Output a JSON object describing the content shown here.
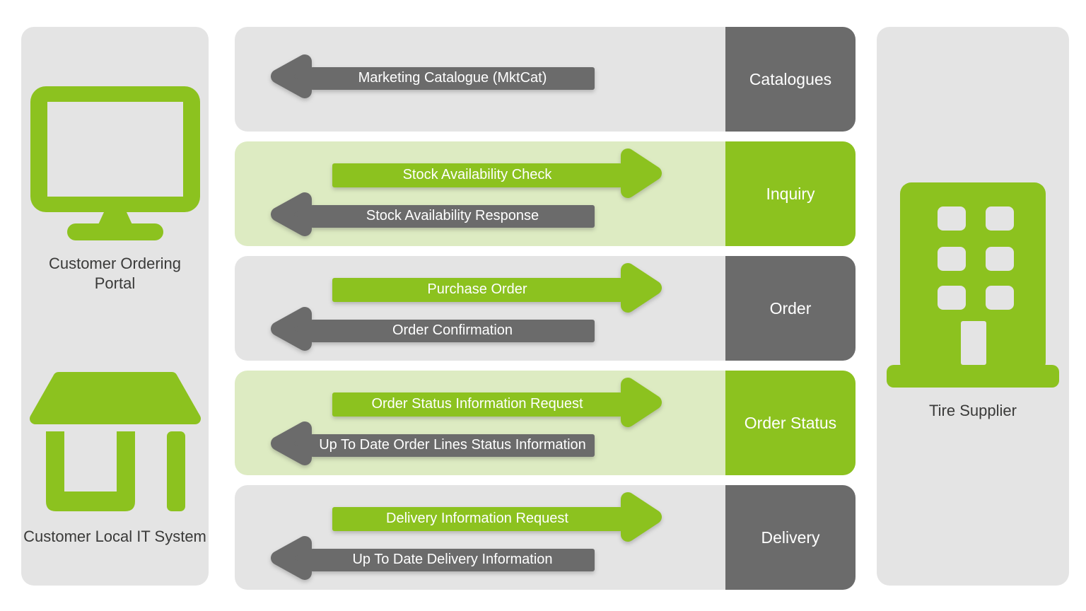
{
  "palette": {
    "green": "#8cc21f",
    "light_green_band": "#ddebc2",
    "light_gray_panel": "#e4e4e4",
    "dark_gray": "#6b6b6b",
    "side_text": "#3a3a39",
    "arrow_text": "#ffffff"
  },
  "left_panel": {
    "portal": {
      "icon": "monitor-icon",
      "label": "Customer Ordering Portal"
    },
    "local_it": {
      "icon": "store-icon",
      "label": "Customer Local IT System"
    }
  },
  "right_panel": {
    "supplier": {
      "icon": "building-icon",
      "label": "Tire Supplier"
    }
  },
  "rows": [
    {
      "label": "Catalogues",
      "tone": "gray",
      "messages": [
        {
          "direction": "left",
          "color": "gray",
          "text": "Marketing Catalogue (MktCat)"
        }
      ]
    },
    {
      "label": "Inquiry",
      "tone": "green",
      "messages": [
        {
          "direction": "right",
          "color": "green",
          "text": "Stock Availability Check"
        },
        {
          "direction": "left",
          "color": "gray",
          "text": "Stock Availability Response"
        }
      ]
    },
    {
      "label": "Order",
      "tone": "gray",
      "messages": [
        {
          "direction": "right",
          "color": "green",
          "text": "Purchase Order"
        },
        {
          "direction": "left",
          "color": "gray",
          "text": "Order Confirmation"
        }
      ]
    },
    {
      "label": "Order Status",
      "tone": "green",
      "messages": [
        {
          "direction": "right",
          "color": "green",
          "text": "Order Status Information Request"
        },
        {
          "direction": "left",
          "color": "gray",
          "text": "Up To Date Order Lines Status Information"
        }
      ]
    },
    {
      "label": "Delivery",
      "tone": "gray",
      "messages": [
        {
          "direction": "right",
          "color": "green",
          "text": "Delivery Information Request"
        },
        {
          "direction": "left",
          "color": "gray",
          "text": "Up To Date Delivery Information"
        }
      ]
    }
  ]
}
